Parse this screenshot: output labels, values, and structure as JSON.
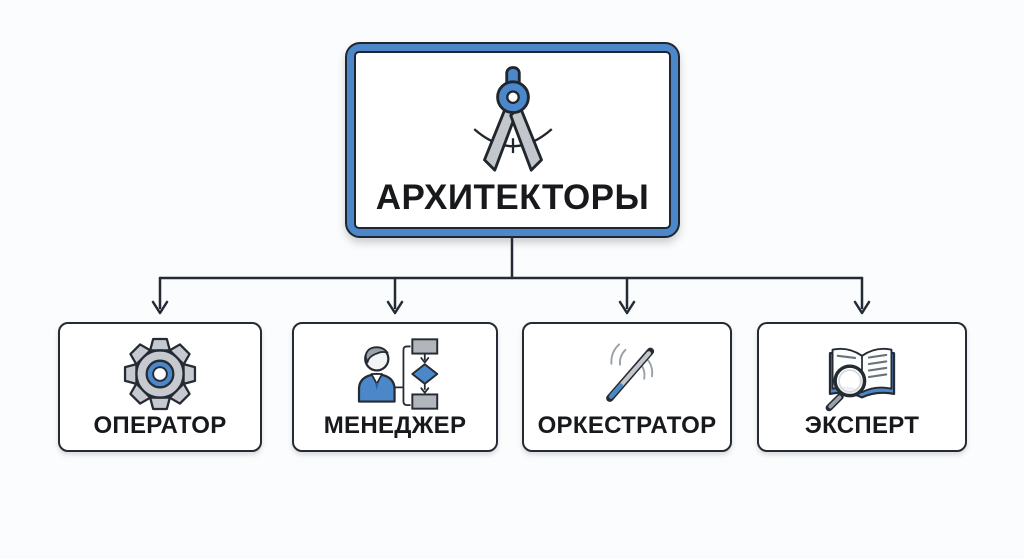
{
  "diagram": {
    "root": {
      "label": "АРХИТЕКТОРЫ",
      "icon": "drafting-compass-icon"
    },
    "children": [
      {
        "label": "ОПЕРАТОР",
        "icon": "gear-icon"
      },
      {
        "label": "МЕНЕДЖЕР",
        "icon": "person-flowchart-icon"
      },
      {
        "label": "ОРКЕСТРАТОР",
        "icon": "conductor-baton-icon"
      },
      {
        "label": "ЭКСПЕРТ",
        "icon": "book-magnifier-icon"
      }
    ],
    "colors": {
      "accent_blue": "#4c88c9",
      "outline_dark": "#20262e",
      "icon_gray": "#c3c7cc",
      "connector_line": "#242b34",
      "text": "#17191c",
      "background": "#fbfcfd",
      "box_background": "#ffffff"
    }
  }
}
